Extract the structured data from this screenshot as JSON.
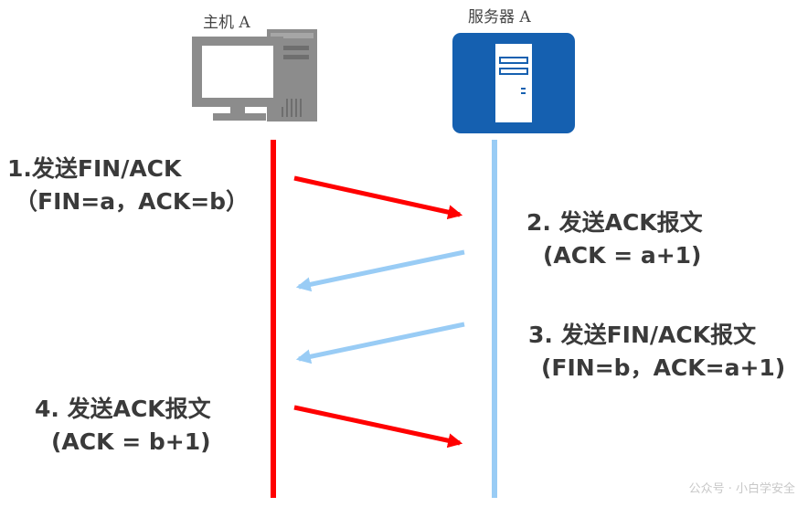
{
  "nodes": {
    "host": {
      "label": "主机 A",
      "icon": "desktop-computer-icon",
      "line_color": "#ff0000"
    },
    "server": {
      "label": "服务器 A",
      "icon": "server-icon",
      "line_color": "#99ccf5",
      "icon_bg": "#1560b0"
    }
  },
  "steps": [
    {
      "title": "1.发送FIN/ACK",
      "detail": "（FIN=a，ACK=b）",
      "direction": "host-to-server"
    },
    {
      "title": "2. 发送ACK报文",
      "detail": "(ACK = a+1)",
      "direction": "server-to-host"
    },
    {
      "title": "3. 发送FIN/ACK报文",
      "detail": "(FIN=b，ACK=a+1)",
      "direction": "server-to-host"
    },
    {
      "title": "4. 发送ACK报文",
      "detail": "(ACK = b+1)",
      "direction": "host-to-server"
    }
  ],
  "colors": {
    "host_arrow": "#ff0000",
    "server_arrow": "#99ccf5",
    "text": "#3a3a3a"
  },
  "watermark": "公众号 · 小白学安全"
}
